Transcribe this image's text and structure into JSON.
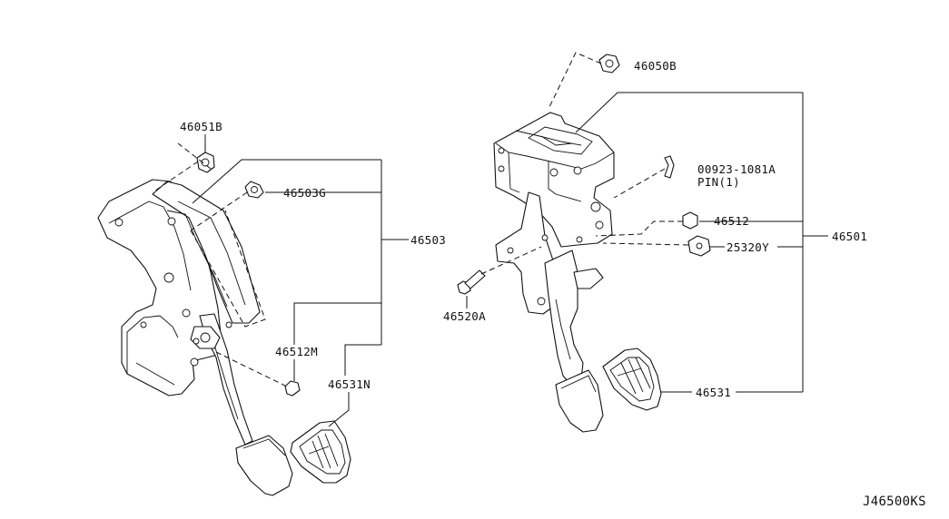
{
  "diagram": {
    "drawing_id": "J46500KS",
    "callouts": {
      "p46051B": "46051B",
      "p46503G": "46503G",
      "p46503": "46503",
      "p46512M": "46512M",
      "p46531N": "46531N",
      "p46050B": "46050B",
      "p00923": "00923-1081A",
      "pin": "PIN(1)",
      "p46512": "46512",
      "p46501": "46501",
      "p25320Y": "25320Y",
      "p46520A": "46520A",
      "p46531": "46531"
    }
  }
}
